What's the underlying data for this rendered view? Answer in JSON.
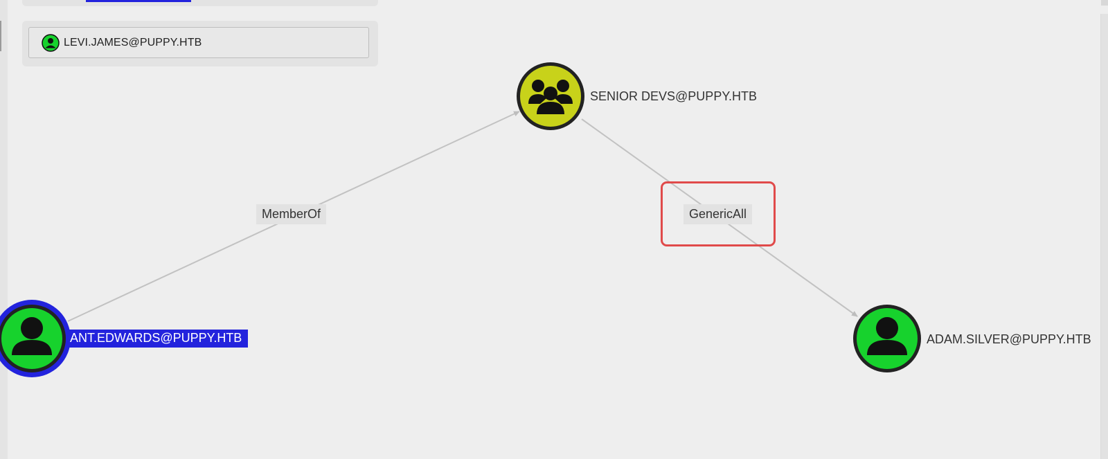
{
  "search": {
    "value": "LEVI.JAMES@PUPPY.HTB",
    "icon": "user-icon"
  },
  "graph": {
    "nodes": [
      {
        "label": "SENIOR DEVS@PUPPY.HTB",
        "kind": "group",
        "icon": "group-icon",
        "color": "#c8d21a"
      },
      {
        "label": "ANT.EDWARDS@PUPPY.HTB",
        "kind": "user",
        "icon": "user-icon",
        "color": "#17d22d",
        "selected": true
      },
      {
        "label": "ADAM.SILVER@PUPPY.HTB",
        "kind": "user",
        "icon": "user-icon",
        "color": "#17d22d"
      }
    ],
    "edges": [
      {
        "label": "MemberOf",
        "from": "ANT.EDWARDS@PUPPY.HTB",
        "to": "SENIOR DEVS@PUPPY.HTB"
      },
      {
        "label": "GenericAll",
        "from": "SENIOR DEVS@PUPPY.HTB",
        "to": "ADAM.SILVER@PUPPY.HTB",
        "highlighted": true
      }
    ]
  },
  "colors": {
    "accent": "#2323dd",
    "highlight": "#e04a4a",
    "user_node": "#17d22d",
    "group_node": "#c8d21a"
  }
}
